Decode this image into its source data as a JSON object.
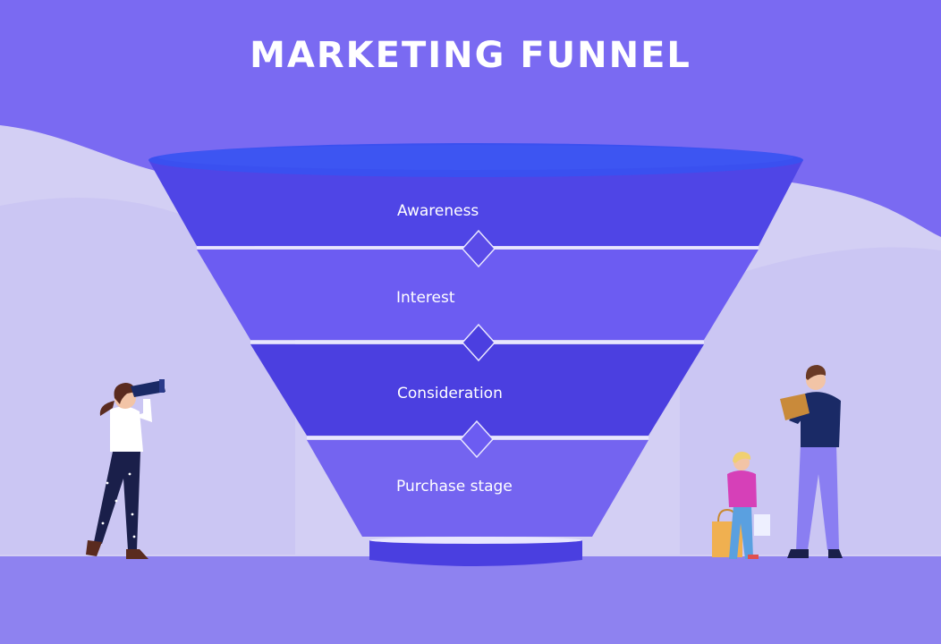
{
  "title": "MARKETING FUNNEL",
  "funnel": {
    "stages": [
      {
        "label": "Awareness",
        "color": "#4f45e6"
      },
      {
        "label": "Interest",
        "color": "#6c5cf2"
      },
      {
        "label": "Consideration",
        "color": "#4b3fe0"
      },
      {
        "label": "Purchase stage",
        "color": "#7464f0"
      }
    ],
    "rim_color": "#3a50f0",
    "base_color": "#4a3fe0",
    "separator_color": "#e8e6ff"
  },
  "colors": {
    "background_top": "#7a6af2",
    "background_wave": "#d3cff4",
    "ground": "#8e82f0"
  },
  "people": [
    {
      "name": "woman-with-telescope",
      "side": "left"
    },
    {
      "name": "girl-with-shopping-bags",
      "side": "right"
    },
    {
      "name": "man-reading-book",
      "side": "right"
    }
  ]
}
